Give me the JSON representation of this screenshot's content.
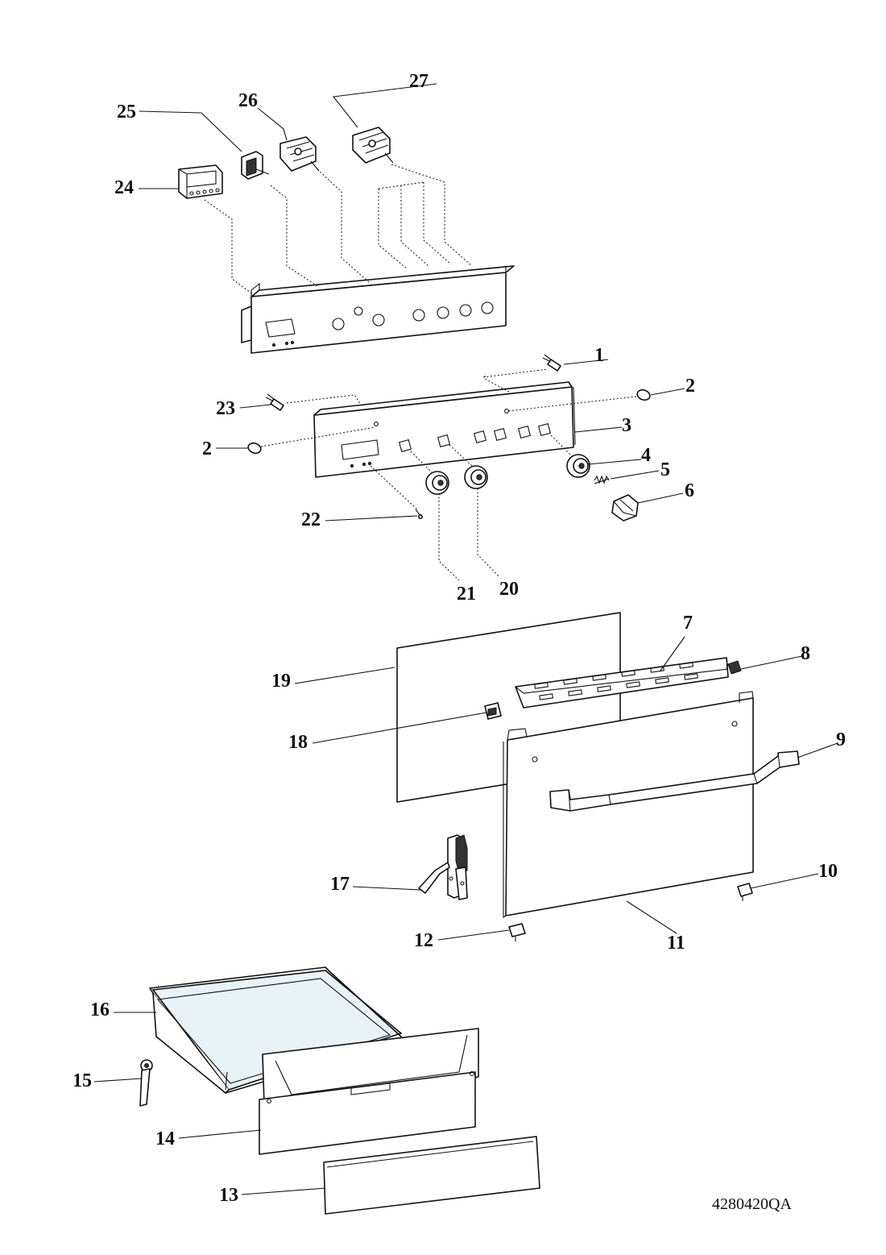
{
  "diagram": {
    "callouts": [
      {
        "id": "1",
        "label": "1"
      },
      {
        "id": "2a",
        "label": "2"
      },
      {
        "id": "2b",
        "label": "2"
      },
      {
        "id": "3",
        "label": "3"
      },
      {
        "id": "4",
        "label": "4"
      },
      {
        "id": "5",
        "label": "5"
      },
      {
        "id": "6",
        "label": "6"
      },
      {
        "id": "7",
        "label": "7"
      },
      {
        "id": "8",
        "label": "8"
      },
      {
        "id": "9",
        "label": "9"
      },
      {
        "id": "10",
        "label": "10"
      },
      {
        "id": "11",
        "label": "11"
      },
      {
        "id": "12",
        "label": "12"
      },
      {
        "id": "13",
        "label": "13"
      },
      {
        "id": "14",
        "label": "14"
      },
      {
        "id": "15",
        "label": "15"
      },
      {
        "id": "16",
        "label": "16"
      },
      {
        "id": "17",
        "label": "17"
      },
      {
        "id": "18",
        "label": "18"
      },
      {
        "id": "19",
        "label": "19"
      },
      {
        "id": "20",
        "label": "20"
      },
      {
        "id": "21",
        "label": "21"
      },
      {
        "id": "22",
        "label": "22"
      },
      {
        "id": "23",
        "label": "23"
      },
      {
        "id": "24",
        "label": "24"
      },
      {
        "id": "25",
        "label": "25"
      },
      {
        "id": "26",
        "label": "26"
      },
      {
        "id": "27",
        "label": "27"
      }
    ],
    "drawing_code": "4280420QA"
  }
}
